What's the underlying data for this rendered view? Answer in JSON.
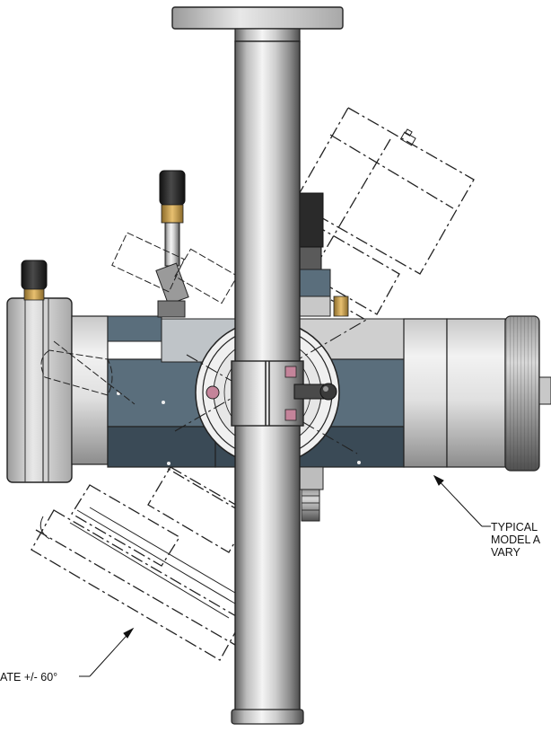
{
  "callouts": {
    "typical": {
      "line1": "TYPICAL",
      "line2": "MODEL A",
      "line3": "VARY"
    },
    "rotate": "ATE +/- 60°"
  },
  "colors": {
    "slate_blue": "#5a6e7c",
    "dark_slate": "#3a4a56",
    "steel_light": "#e4e4e4",
    "steel_mid": "#b8b8b8",
    "steel_dark": "#6e6e6e",
    "brass": "#c8a04a",
    "rubber": "#1e1e1e",
    "pink_accent": "#c4849a",
    "outline": "#222222"
  }
}
